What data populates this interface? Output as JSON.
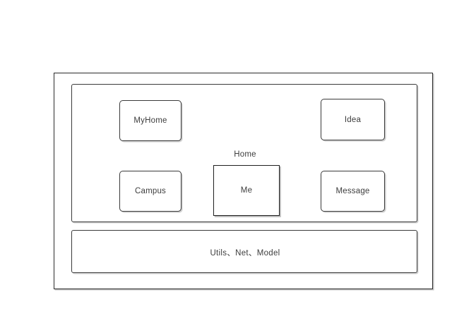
{
  "diagram": {
    "outer_container_name": "application-container",
    "home_layer": {
      "caption": "Home",
      "modules": [
        {
          "id": "myhome",
          "label": "MyHome",
          "shape": "rounded"
        },
        {
          "id": "idea",
          "label": "Idea",
          "shape": "rounded"
        },
        {
          "id": "campus",
          "label": "Campus",
          "shape": "rounded"
        },
        {
          "id": "me",
          "label": "Me",
          "shape": "square"
        },
        {
          "id": "message",
          "label": "Message",
          "shape": "rounded"
        }
      ]
    },
    "shared_layer": {
      "caption": "Utils、Net、Model"
    }
  },
  "colors": {
    "background": "#ffffff",
    "border": "#3a3a3a",
    "border_strong": "#1f1f1f",
    "text": "#3d3d3d"
  }
}
